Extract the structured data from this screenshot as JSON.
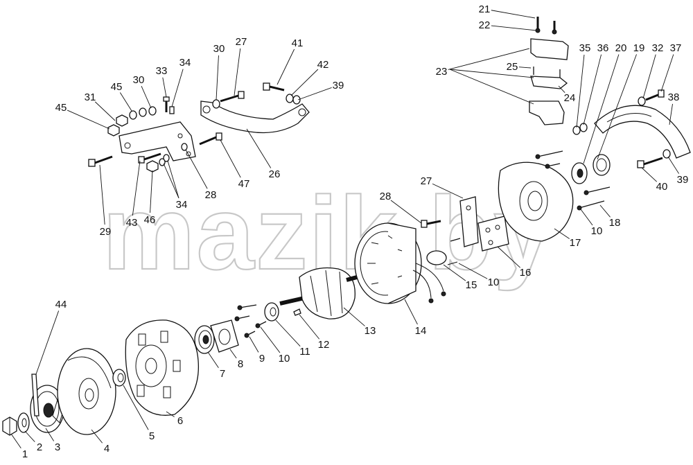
{
  "watermark": "mazik.by",
  "callouts": [
    "1",
    "2",
    "3",
    "4",
    "5",
    "6",
    "7",
    "8",
    "9",
    "10",
    "10",
    "10",
    "11",
    "12",
    "13",
    "14",
    "15",
    "16",
    "17",
    "18",
    "19",
    "20",
    "21",
    "22",
    "23",
    "24",
    "25",
    "26",
    "27",
    "27",
    "28",
    "28",
    "29",
    "30",
    "30",
    "31",
    "32",
    "33",
    "34",
    "34",
    "35",
    "36",
    "37",
    "38",
    "39",
    "39",
    "40",
    "41",
    "42",
    "43",
    "44",
    "45",
    "45",
    "46",
    "47"
  ]
}
